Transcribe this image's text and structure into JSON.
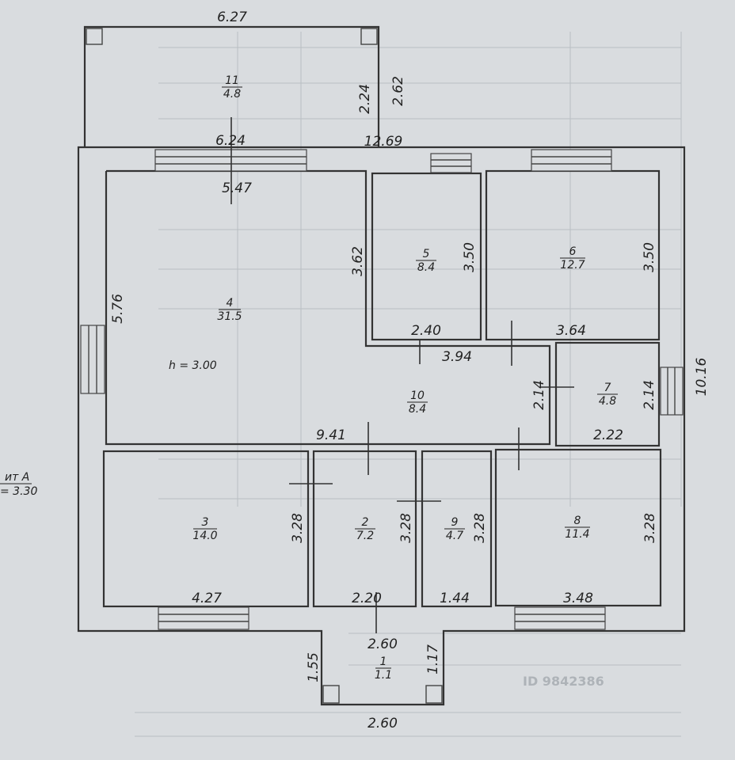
{
  "dims": {
    "top_porch_width": "6.27",
    "top_porch_inner_width": "6.24",
    "top_porch_inner_depth": "2.24",
    "top_porch_depth": "2.62",
    "house_width": "12.69",
    "house_depth": "10.16",
    "room4_width": "5.47",
    "room4_depth": "5.76",
    "room4_small": "3.62",
    "room5_depth": "3.50",
    "room5_width": "2.40",
    "room6_depth": "3.50",
    "room6_width": "3.64",
    "corridor_width": "3.94",
    "corridor_height": "2.14",
    "room7_height": "2.14",
    "room7_width": "2.22",
    "corridor_length": "9.41",
    "room3_depth": "3.28",
    "room3_width": "4.27",
    "room2_depth": "3.28",
    "room2_width": "2.20",
    "room9_depth": "3.28",
    "room9_width": "1.44",
    "room8_depth": "3.28",
    "room8_width": "3.48",
    "entry_width_top": "2.60",
    "entry_width_bottom": "2.60",
    "entry_left": "1.55",
    "entry_right": "1.17"
  },
  "rooms": [
    {
      "number": "1",
      "area": "1.1"
    },
    {
      "number": "2",
      "area": "7.2"
    },
    {
      "number": "3",
      "area": "14.0"
    },
    {
      "number": "4",
      "area": "31.5"
    },
    {
      "number": "5",
      "area": "8.4"
    },
    {
      "number": "6",
      "area": "12.7"
    },
    {
      "number": "7",
      "area": "4.8"
    },
    {
      "number": "8",
      "area": "11.4"
    },
    {
      "number": "9",
      "area": "4.7"
    },
    {
      "number": "10",
      "area": "8.4"
    },
    {
      "number": "11",
      "area": "4.8"
    }
  ],
  "notes": {
    "ceiling_height": "h = 3.00",
    "lit_label": "ит А",
    "lit_height": "= 3.30",
    "watermark": "ID 9842386"
  }
}
